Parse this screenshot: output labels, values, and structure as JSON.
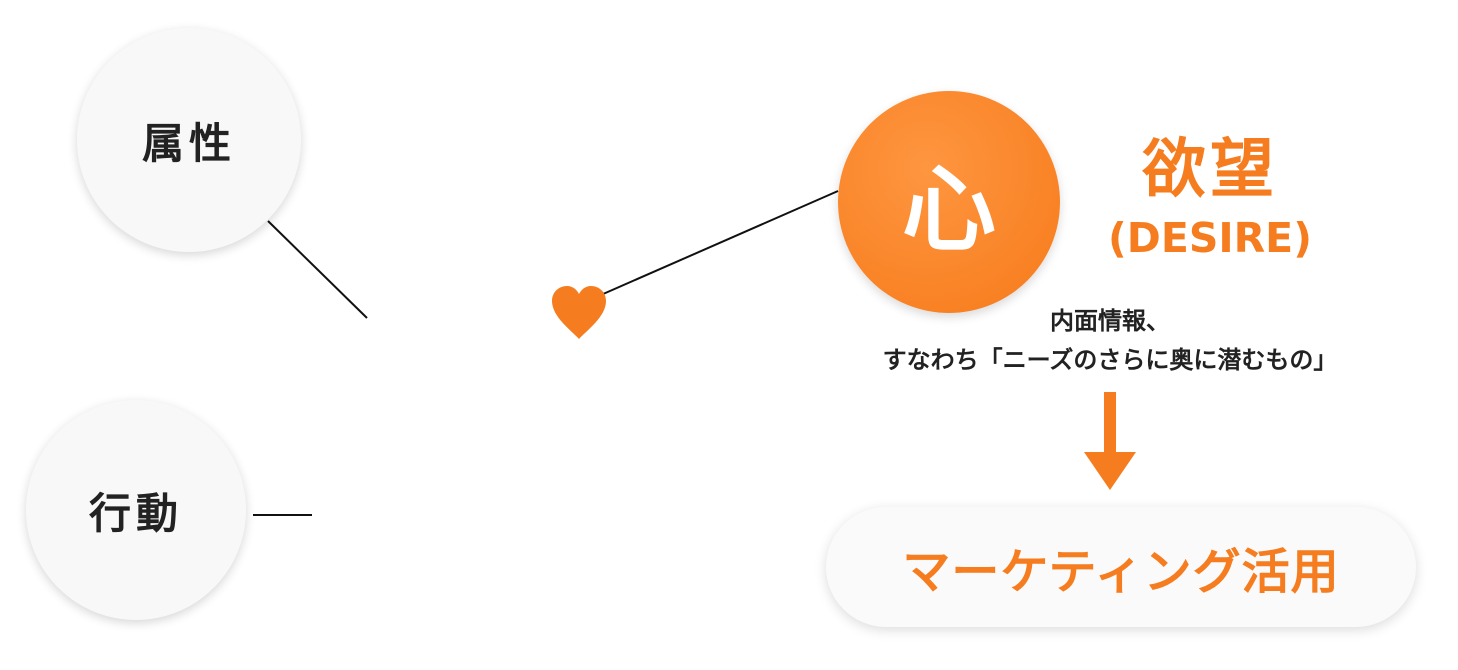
{
  "colors": {
    "accent": "#f57d1f",
    "heart_circle": "#f98225",
    "connector": "#111111",
    "node_bg": "#f8f8f8",
    "text": "#222222"
  },
  "nodes": {
    "attribute": {
      "label": "属性"
    },
    "action": {
      "label": "行動"
    },
    "heart": {
      "label": "心",
      "icon": "heart-icon"
    }
  },
  "desire": {
    "title": "欲望",
    "subtitle": "(DESIRE)",
    "description_line1": "内面情報、",
    "description_line2": "すなわち「ニーズのさらに奥に潜むもの」"
  },
  "result": {
    "arrow_icon": "down-arrow-icon",
    "label": "マーケティング活用"
  }
}
